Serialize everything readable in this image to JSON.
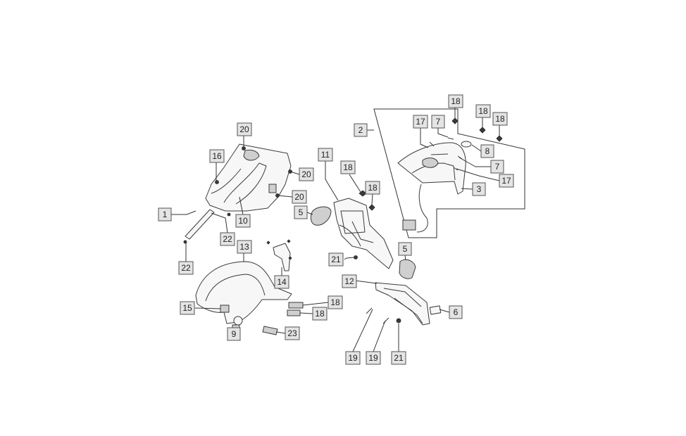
{
  "callouts": [
    {
      "id": "c-20-top",
      "label": "20"
    },
    {
      "id": "c-16",
      "label": "16"
    },
    {
      "id": "c-20-right-a",
      "label": "20"
    },
    {
      "id": "c-20-right-b",
      "label": "20"
    },
    {
      "id": "c-1",
      "label": "1"
    },
    {
      "id": "c-10",
      "label": "10"
    },
    {
      "id": "c-22-right",
      "label": "22"
    },
    {
      "id": "c-22-bottom",
      "label": "22"
    },
    {
      "id": "c-13",
      "label": "13"
    },
    {
      "id": "c-14",
      "label": "14"
    },
    {
      "id": "c-15",
      "label": "15"
    },
    {
      "id": "c-9",
      "label": "9"
    },
    {
      "id": "c-23",
      "label": "23"
    },
    {
      "id": "c-18-bolt-a",
      "label": "18"
    },
    {
      "id": "c-18-bolt-b",
      "label": "18"
    },
    {
      "id": "c-11",
      "label": "11"
    },
    {
      "id": "c-18-mid-a",
      "label": "18"
    },
    {
      "id": "c-18-mid-b",
      "label": "18"
    },
    {
      "id": "c-5-left",
      "label": "5"
    },
    {
      "id": "c-21-mid",
      "label": "21"
    },
    {
      "id": "c-2",
      "label": "2"
    },
    {
      "id": "c-17-top",
      "label": "17"
    },
    {
      "id": "c-7-top",
      "label": "7"
    },
    {
      "id": "c-18-top-a",
      "label": "18"
    },
    {
      "id": "c-18-top-b",
      "label": "18"
    },
    {
      "id": "c-18-top-c",
      "label": "18"
    },
    {
      "id": "c-8",
      "label": "8"
    },
    {
      "id": "c-7-right",
      "label": "7"
    },
    {
      "id": "c-17-right",
      "label": "17"
    },
    {
      "id": "c-3",
      "label": "3"
    },
    {
      "id": "c-5-right",
      "label": "5"
    },
    {
      "id": "c-12",
      "label": "12"
    },
    {
      "id": "c-6",
      "label": "6"
    },
    {
      "id": "c-19-a",
      "label": "19"
    },
    {
      "id": "c-19-b",
      "label": "19"
    },
    {
      "id": "c-21-bottom",
      "label": "21"
    }
  ]
}
